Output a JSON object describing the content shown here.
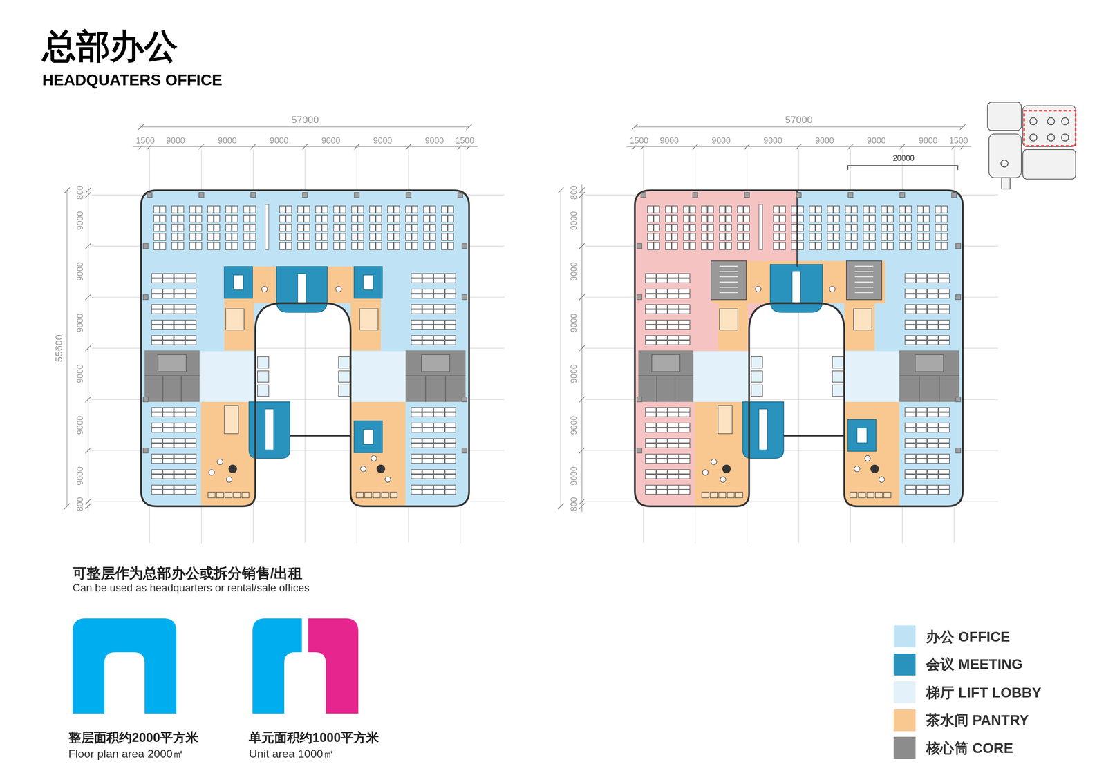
{
  "diagram": {
    "title": "总部办公",
    "labels": [
      "HEADQUATERS OFFICE",
      "57000",
      "1500",
      "9000",
      "9000",
      "9000",
      "9000",
      "9000",
      "9000",
      "1500",
      "800",
      "9000",
      "9000",
      "9000",
      "9000",
      "9000",
      "9000",
      "800",
      "55600",
      "57000",
      "1500",
      "9000",
      "9000",
      "9000",
      "9000",
      "9000",
      "9000",
      "1500",
      "20000",
      "800",
      "9000",
      "9000",
      "9000",
      "9000",
      "9000",
      "9000",
      "800",
      "可整层作为总部办公或拆分销售/出租",
      "Can be used as headquarters or rental/sale offices",
      "整层面积约2000平方米",
      "Floor plan area 2000㎡",
      "单元面积约1000平方米",
      "Unit area 1000㎡"
    ],
    "legend": [
      {
        "text": "办公 OFFICE",
        "color": "#bfe3f5"
      },
      {
        "text": "会议 MEETING",
        "color": "#2a93bd"
      },
      {
        "text": "梯厅 LIFT LOBBY",
        "color": "#e3f2fa"
      },
      {
        "text": "茶水间 PANTRY",
        "color": "#f9c891"
      },
      {
        "text": "核心筒 CORE",
        "color": "#8c8c8c"
      }
    ]
  }
}
